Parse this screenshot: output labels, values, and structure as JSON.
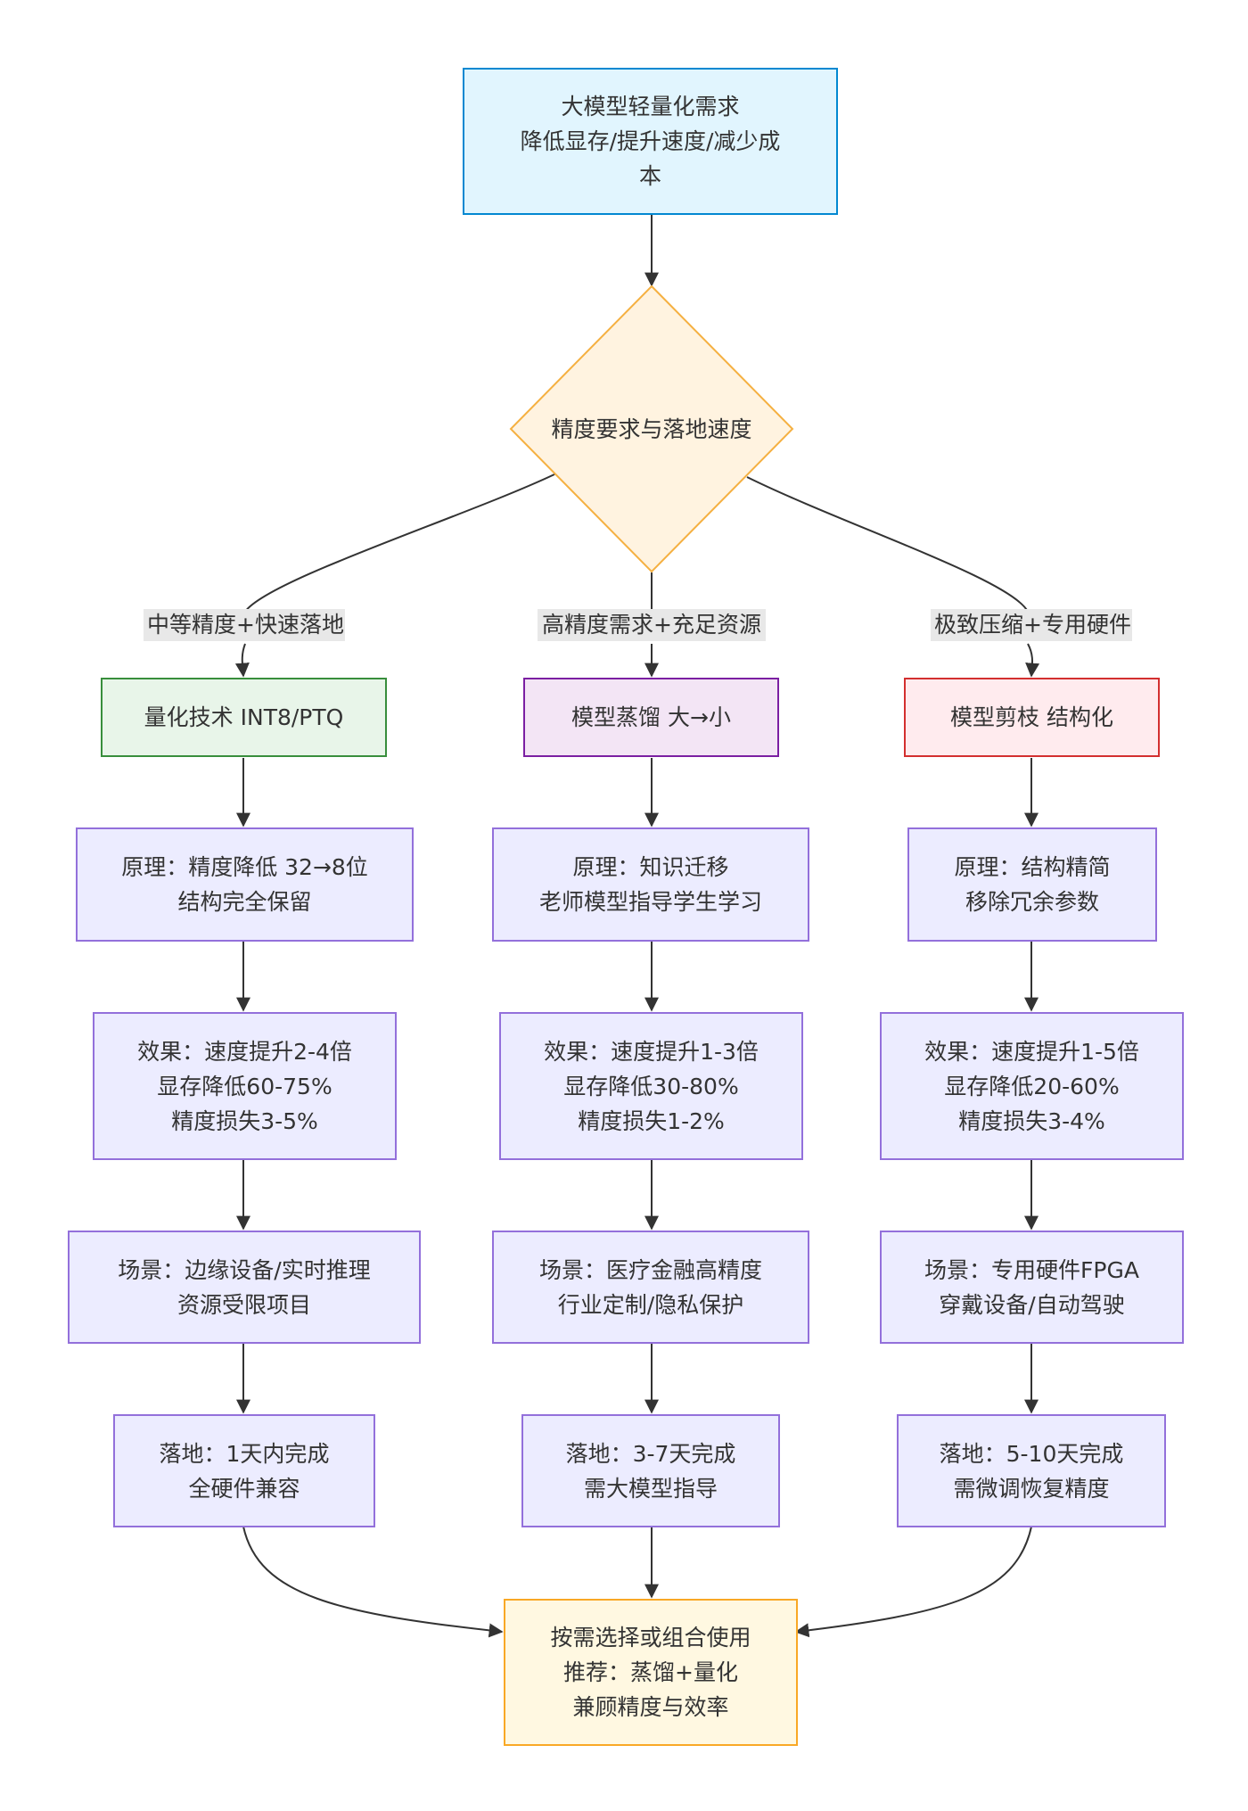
{
  "nodes": {
    "start": [
      "大模型轻量化需求",
      "降低显存/提升速度/减少成",
      "本"
    ],
    "decision": "精度要求与落地速度",
    "quant": [
      "量化技术 INT8/PTQ"
    ],
    "distill": [
      "模型蒸馏 大→小"
    ],
    "prune": [
      "模型剪枝 结构化"
    ],
    "quant_principle": [
      "原理：精度降低 32→8位",
      "结构完全保留"
    ],
    "distill_principle": [
      "原理：知识迁移",
      "老师模型指导学生学习"
    ],
    "prune_principle": [
      "原理：结构精简",
      "移除冗余参数"
    ],
    "quant_effect": [
      "效果：速度提升2-4倍",
      "显存降低60-75%",
      "精度损失3-5%"
    ],
    "distill_effect": [
      "效果：速度提升1-3倍",
      "显存降低30-80%",
      "精度损失1-2%"
    ],
    "prune_effect": [
      "效果：速度提升1-5倍",
      "显存降低20-60%",
      "精度损失3-4%"
    ],
    "quant_scene": [
      "场景：边缘设备/实时推理",
      "资源受限项目"
    ],
    "distill_scene": [
      "场景：医疗金融高精度",
      "行业定制/隐私保护"
    ],
    "prune_scene": [
      "场景：专用硬件FPGA",
      "穿戴设备/自动驾驶"
    ],
    "quant_deploy": [
      "落地：1天内完成",
      "全硬件兼容"
    ],
    "distill_deploy": [
      "落地：3-7天完成",
      "需大模型指导"
    ],
    "prune_deploy": [
      "落地：5-10天完成",
      "需微调恢复精度"
    ],
    "final": [
      "按需选择或组合使用",
      "推荐：蒸馏+量化",
      "兼顾精度与效率"
    ]
  },
  "edge_labels": {
    "left": "中等精度+快速落地",
    "middle": "高精度需求+充足资源",
    "right": "极致压缩+专用硬件"
  },
  "colors": {
    "start_fill": "#E1F5FE",
    "start_stroke": "#0288D1",
    "decision_fill": "#FFF3E0",
    "decision_stroke": "#F5B041",
    "quant_fill": "#E8F5E9",
    "quant_stroke": "#388E3C",
    "distill_fill": "#F3E5F5",
    "distill_stroke": "#7B1FA2",
    "prune_fill": "#FFEBEE",
    "prune_stroke": "#D32F2F",
    "default_fill": "#ECECFF",
    "default_stroke": "#9370DB",
    "final_fill": "#FFF8E1",
    "final_stroke": "#F9A825",
    "edge": "#333333"
  }
}
